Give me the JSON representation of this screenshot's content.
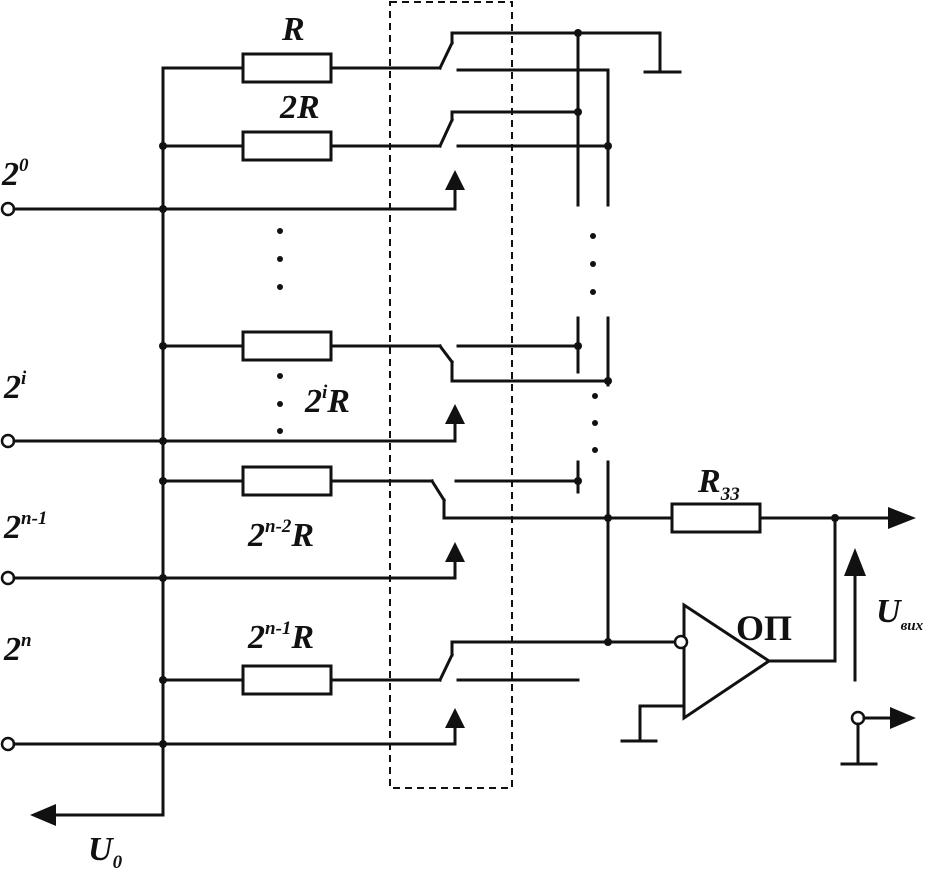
{
  "labels": {
    "r0": "R",
    "r1": "2R",
    "ri_base": "2",
    "ri_sup": "i",
    "ri_unit": "R",
    "rn2_base": "2",
    "rn2_sup": "n-2",
    "rn2_unit": "R",
    "rn1_base": "2",
    "rn1_sup": "n-1",
    "rn1_unit": "R",
    "rfb_base": "R",
    "rfb_sub": "33",
    "in0_base": "2",
    "in0_sup": "0",
    "ini_base": "2",
    "ini_sup": "i",
    "inn1_base": "2",
    "inn1_sup": "n-1",
    "inn_base": "2",
    "inn_sup": "n",
    "opamp": "ОП",
    "uout_base": "U",
    "uout_sub": "вих",
    "u0_base": "U",
    "u0_sub": "0"
  },
  "colors": {
    "ink": "#111111",
    "paper": "#ffffff"
  }
}
